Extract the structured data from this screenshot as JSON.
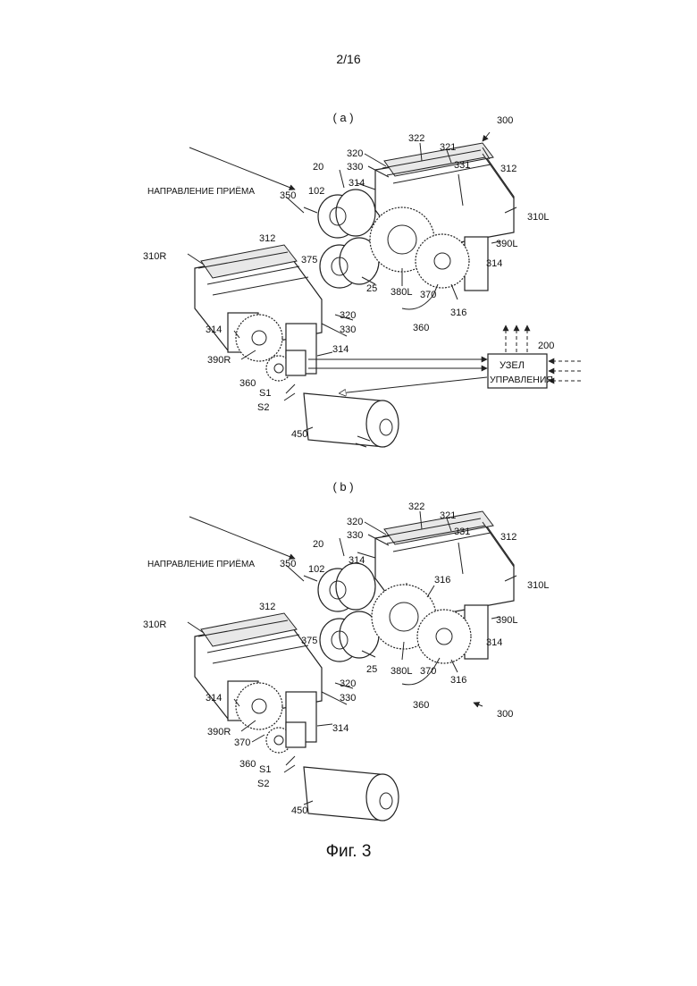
{
  "page_number": "2/16",
  "caption": "Фиг. 3",
  "panel_a": {
    "label": "( a )",
    "direction_label": "НАПРАВЛЕНИЕ ПРИЁМА",
    "control_unit": {
      "line1": "УЗЕЛ",
      "line2": "УПРАВЛЕНИЯ"
    },
    "refs": {
      "r300": "300",
      "r322": "322",
      "r321": "321",
      "r320": "320",
      "r331": "331",
      "r312b": "312",
      "r20": "20",
      "r330": "330",
      "r102": "102",
      "r314a": "314",
      "r350": "350",
      "r310L": "310L",
      "r390L": "390L",
      "r312a": "312",
      "r310R": "310R",
      "r375": "375",
      "r314b": "314",
      "r25": "25",
      "r380L": "380L",
      "r370": "370",
      "r316": "316",
      "r320b": "320",
      "r330b": "330",
      "r360a": "360",
      "r314c": "314",
      "r314d": "314",
      "r390R": "390R",
      "r200": "200",
      "r360b": "360",
      "r S1": "S1",
      "rS2": "S2",
      "r450": "450"
    }
  },
  "panel_b": {
    "label": "( b )",
    "direction_label": "НАПРАВЛЕНИЕ ПРИЁМА",
    "refs": {
      "r322": "322",
      "r321": "321",
      "r320": "320",
      "r331": "331",
      "r312b": "312",
      "r330": "330",
      "r20": "20",
      "r314a": "314",
      "r350": "350",
      "r102": "102",
      "r316a": "316",
      "r310L": "310L",
      "r390L": "390L",
      "r312a": "312",
      "r310R": "310R",
      "r375": "375",
      "r314b": "314",
      "r25": "25",
      "r380L": "380L",
      "r370a": "370",
      "r316b": "316",
      "r320b": "320",
      "r330b": "330",
      "r360a": "360",
      "r300": "300",
      "r314c": "314",
      "r390R": "390R",
      "r314d": "314",
      "r370b": "370",
      "r360b": "360",
      "rS1": "S1",
      "rS2": "S2",
      "r450": "450"
    }
  }
}
